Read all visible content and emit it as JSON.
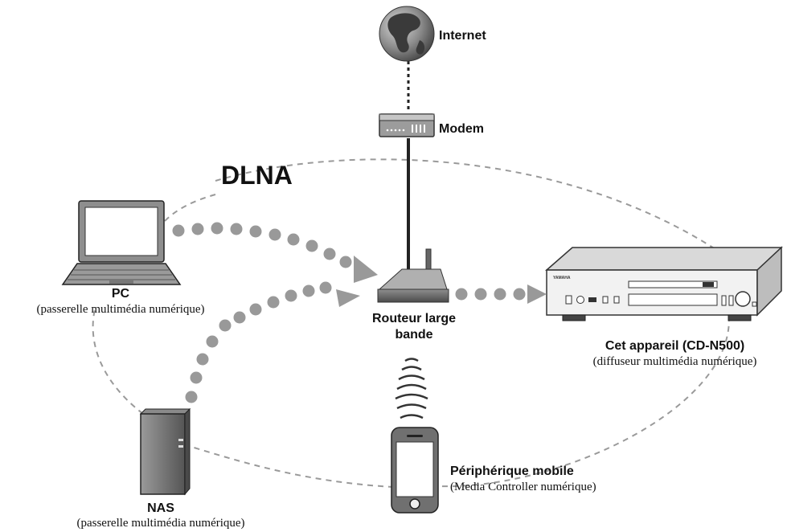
{
  "diagram": {
    "network_label": "DLNA",
    "nodes": {
      "internet": {
        "name": "Internet"
      },
      "modem": {
        "name": "Modem"
      },
      "router": {
        "name_line1": "Routeur large",
        "name_line2": "bande"
      },
      "pc": {
        "name": "PC",
        "role": "(passerelle multimédia numérique)"
      },
      "nas": {
        "name": "NAS",
        "role": "(passerelle multimédia numérique)"
      },
      "device": {
        "name": "Cet appareil (CD-N500)",
        "role": "(diffuseur multimédia numérique)"
      },
      "mobile": {
        "name": "Périphérique mobile",
        "role": "(Media Controller numérique)"
      }
    },
    "device_brand": "YAMAHA"
  }
}
